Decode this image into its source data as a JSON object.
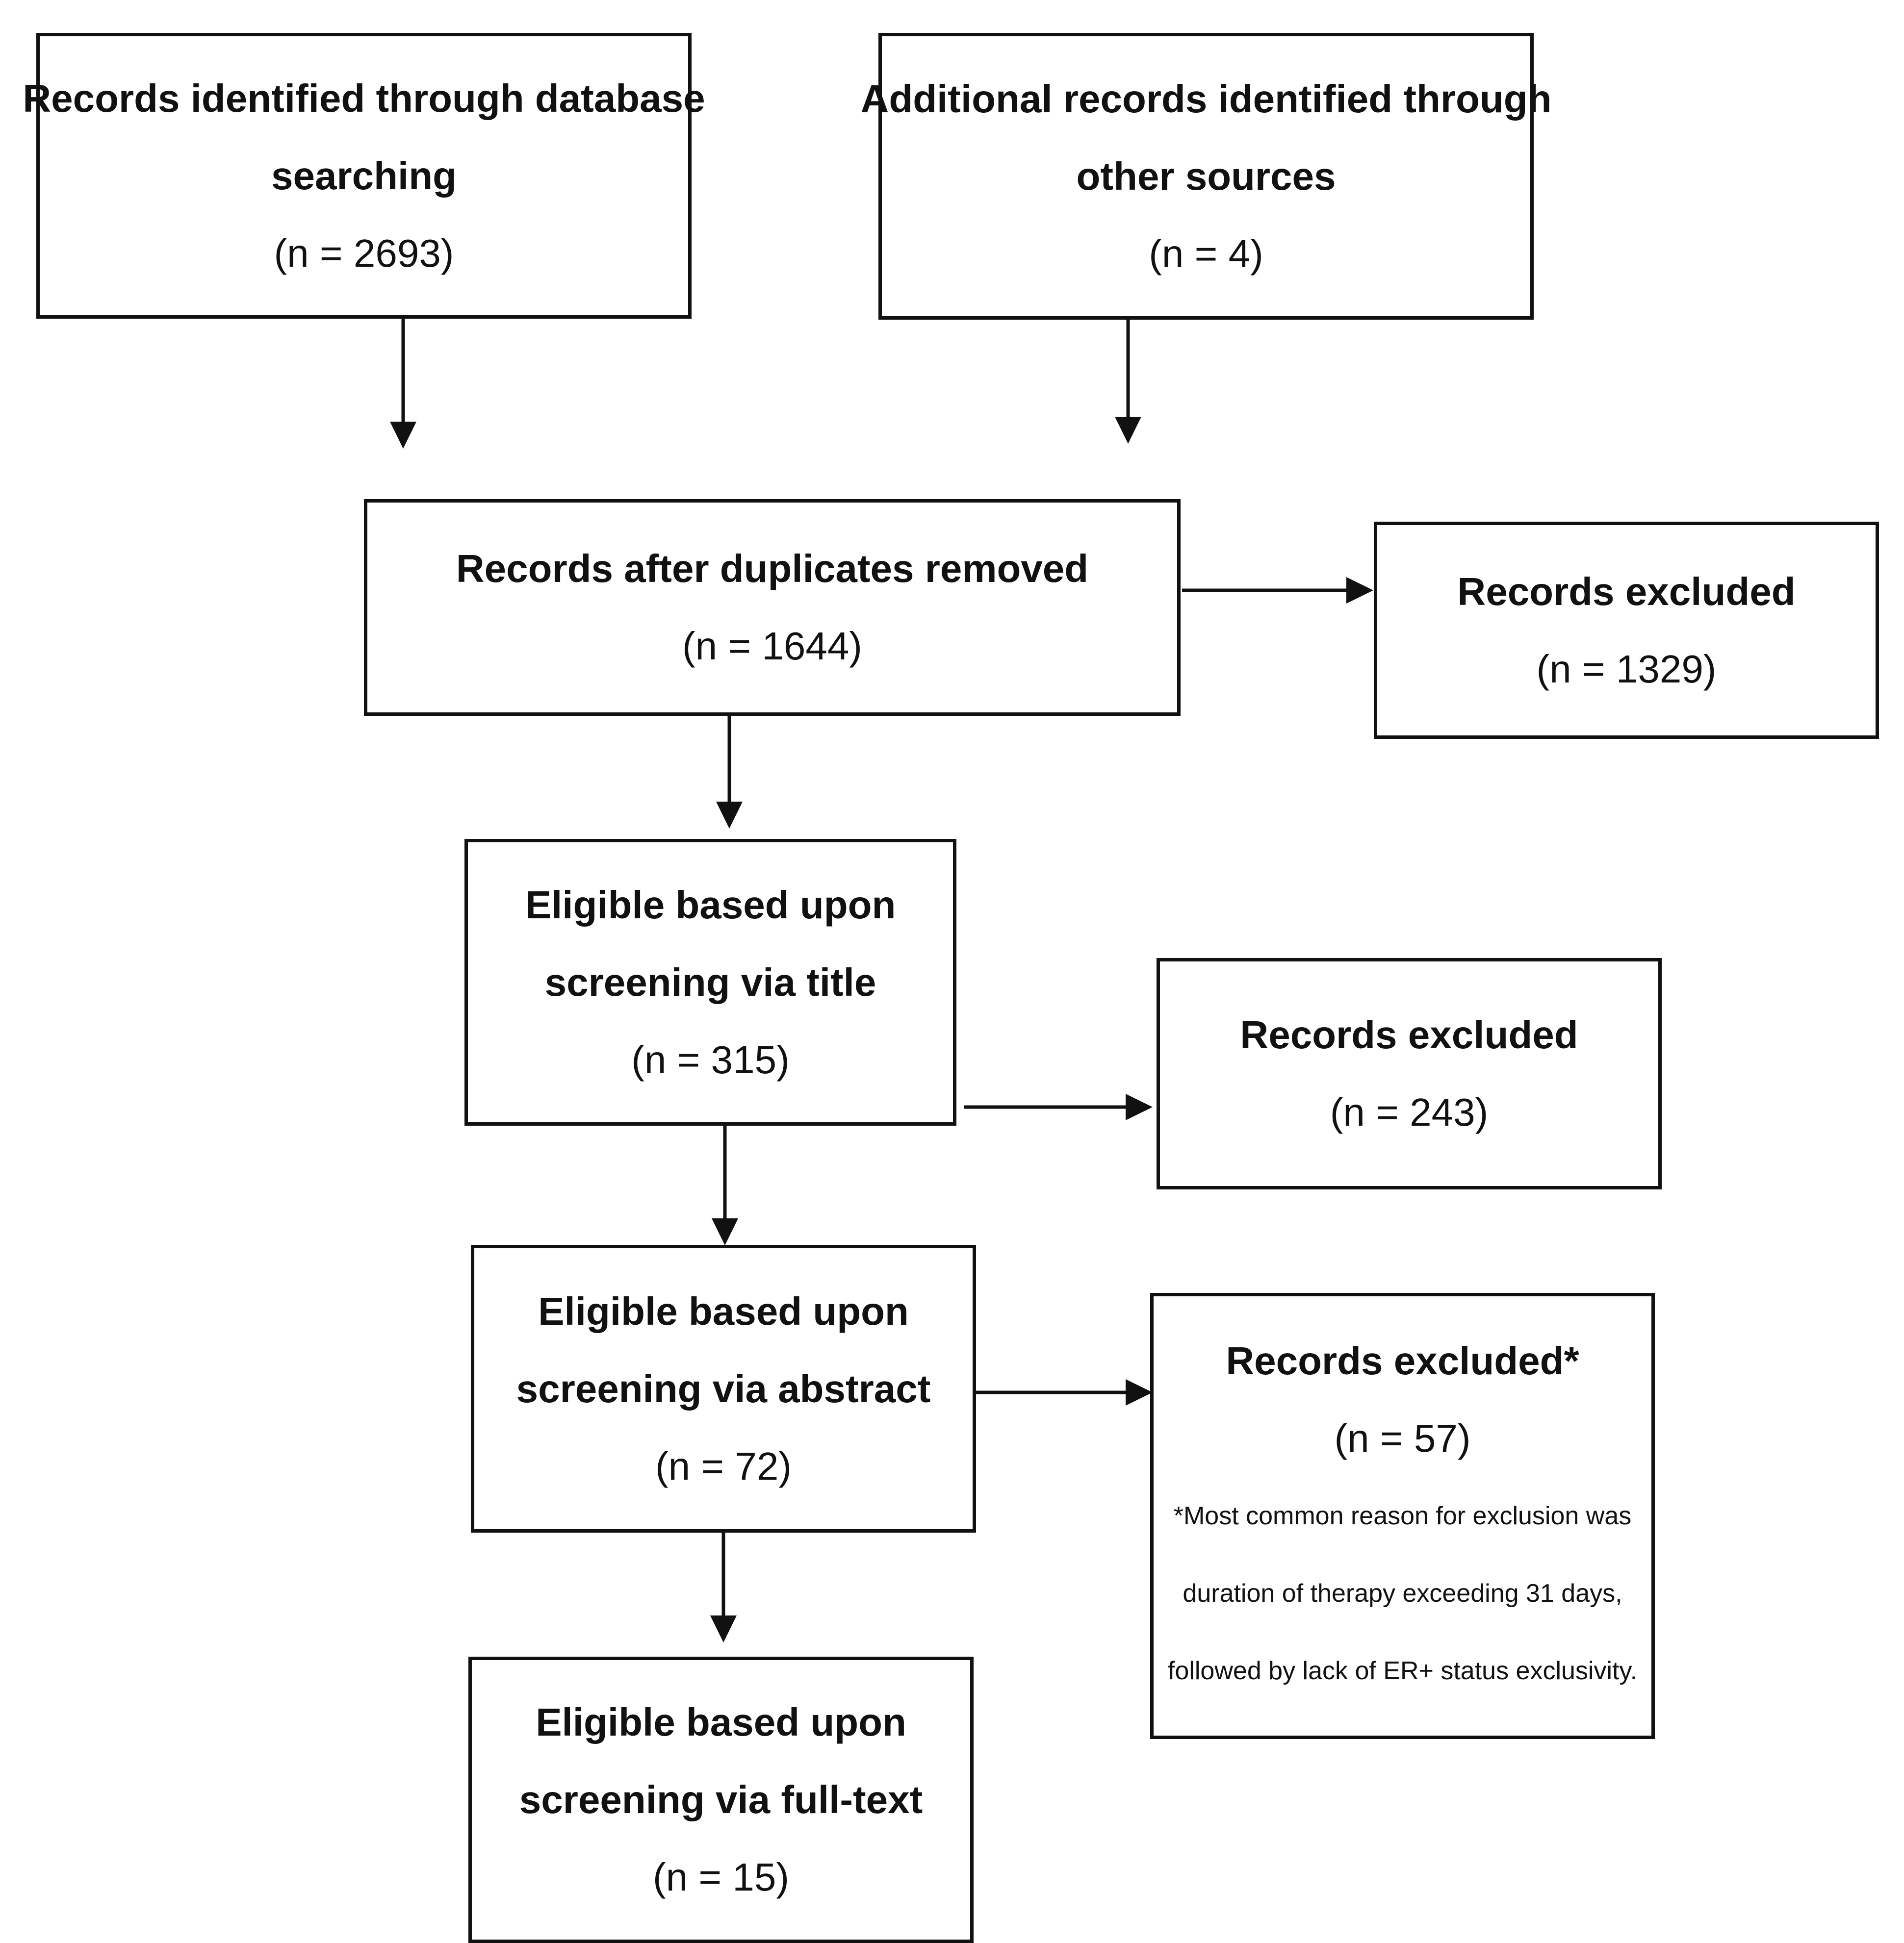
{
  "boxes": {
    "database": {
      "title_line1": "Records identified through database",
      "title_line2": "searching",
      "count": "(n = 2693)"
    },
    "additional": {
      "title_line1": "Additional records identified through",
      "title_line2": "other sources",
      "count": "(n = 4)"
    },
    "duplicates_removed": {
      "title_line1": "Records after duplicates removed",
      "count": "(n = 1644)"
    },
    "excluded_1": {
      "title_line1": "Records excluded",
      "count": "(n = 1329)"
    },
    "title_screen": {
      "title_line1": "Eligible based upon",
      "title_line2": "screening via title",
      "count": "(n = 315)"
    },
    "excluded_2": {
      "title_line1": "Records excluded",
      "count": "(n = 243)"
    },
    "abstract_screen": {
      "title_line1": "Eligible based upon",
      "title_line2": "screening via abstract",
      "count": "(n = 72)"
    },
    "excluded_3": {
      "title_line1": "Records excluded*",
      "count": "(n = 57)",
      "note_line1": "*Most common reason for exclusion was",
      "note_line2": "duration of therapy exceeding 31 days,",
      "note_line3": "followed by lack of ER+ status exclusivity."
    },
    "fulltext_screen": {
      "title_line1": "Eligible based upon",
      "title_line2": "screening via full-text",
      "count": "(n = 15)"
    }
  }
}
